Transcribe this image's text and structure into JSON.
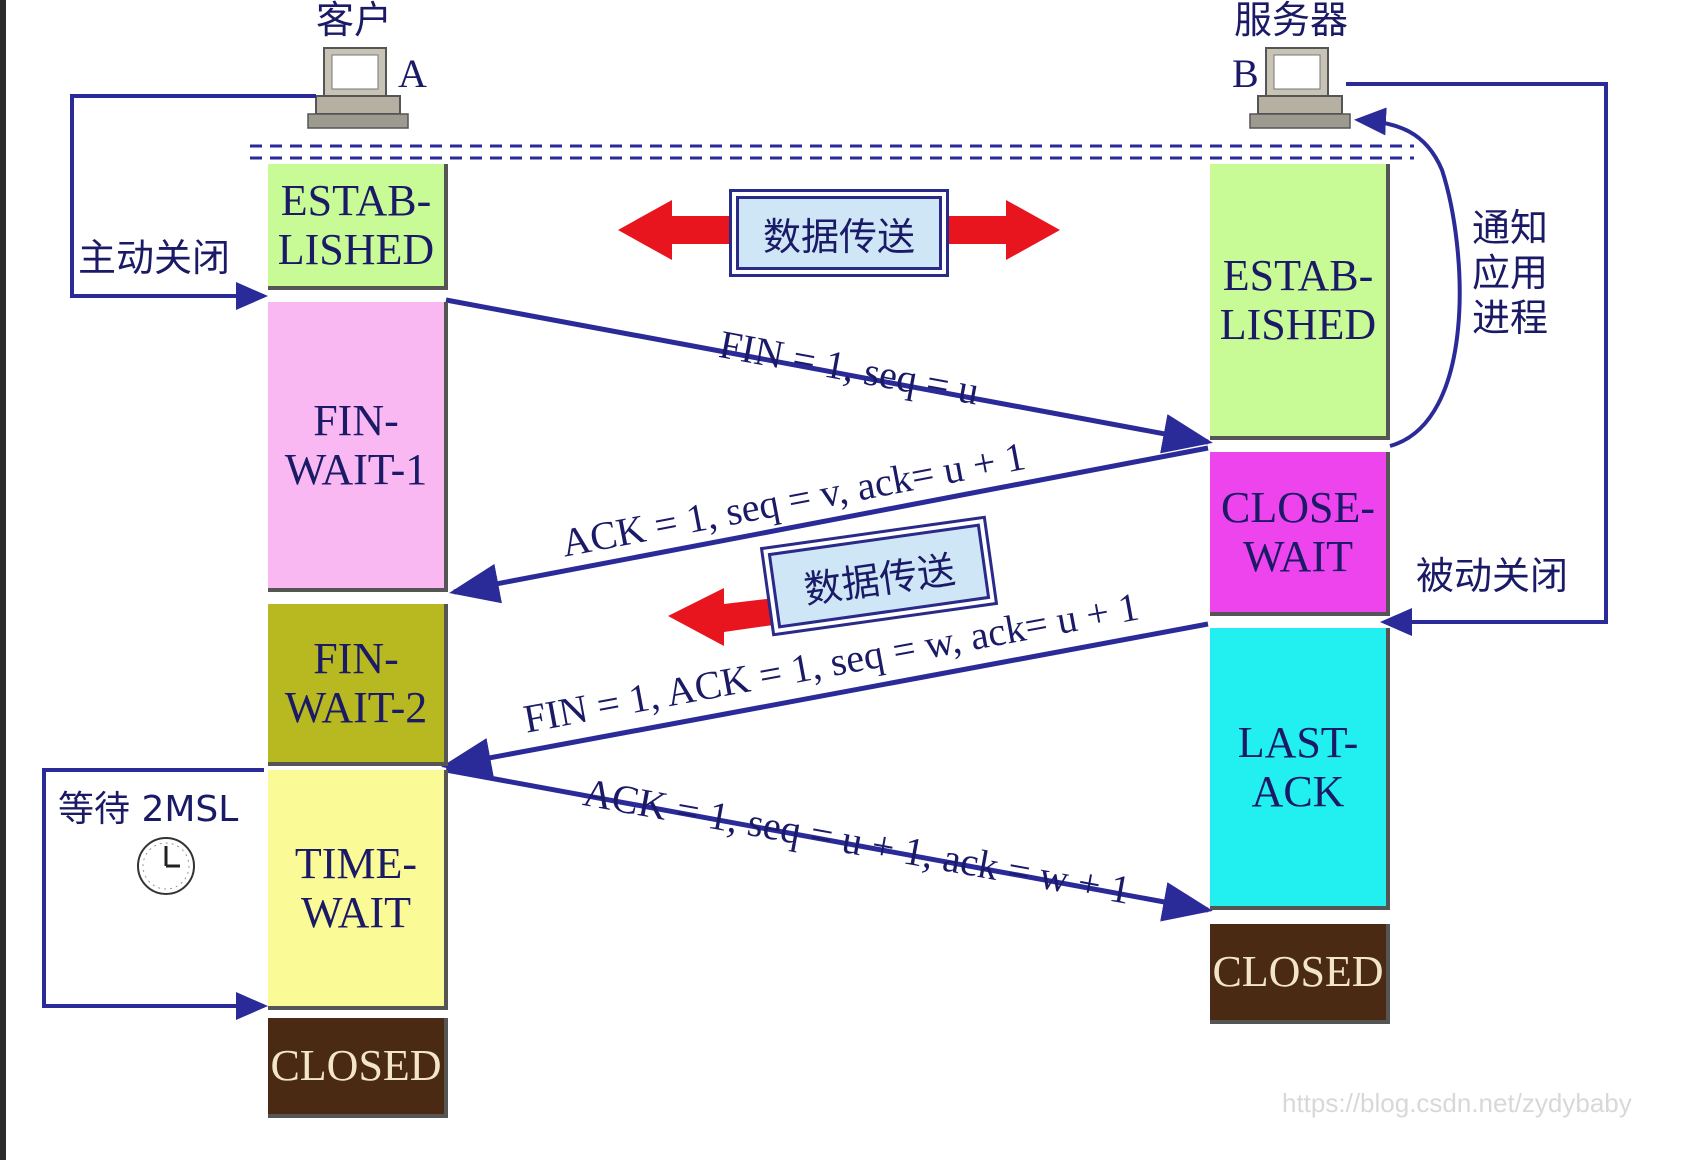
{
  "hosts": {
    "client": {
      "title": "客户",
      "letter": "A"
    },
    "server": {
      "title": "服务器",
      "letter": "B"
    }
  },
  "client_states": [
    {
      "label": "ESTAB-\nLISHED",
      "color": "#c8fa96"
    },
    {
      "label": "FIN-\nWAIT-1",
      "color": "#f9b8f2"
    },
    {
      "label": "FIN-\nWAIT-2",
      "color": "#b8b820"
    },
    {
      "label": "TIME-\nWAIT",
      "color": "#fafa96"
    },
    {
      "label": "CLOSED",
      "color": "#4a2a12"
    }
  ],
  "server_states": [
    {
      "label": "ESTAB-\nLISHED",
      "color": "#c8fa96"
    },
    {
      "label": "CLOSE-\nWAIT",
      "color": "#ee44ee"
    },
    {
      "label": "LAST-\nACK",
      "color": "#22f0f0"
    },
    {
      "label": "CLOSED",
      "color": "#4a2a12"
    }
  ],
  "annotations": {
    "active_close": "主动关闭",
    "passive_close": "被动关闭",
    "notify_app": "通知\n应用\n进程",
    "wait_2msl": "等待 2MSL",
    "data_transfer": "数据传送"
  },
  "messages": [
    "FIN = 1, seq = u",
    "ACK = 1, seq = v, ack= u + 1",
    "FIN = 1, ACK = 1, seq = w, ack= u + 1",
    "ACK = 1, seq = u + 1, ack = w + 1"
  ],
  "watermark": "https://blog.csdn.net/zydybaby",
  "colors": {
    "arrow": "#2a2a99",
    "data_arrow": "#e8141e",
    "ink": "#1a1a66"
  }
}
